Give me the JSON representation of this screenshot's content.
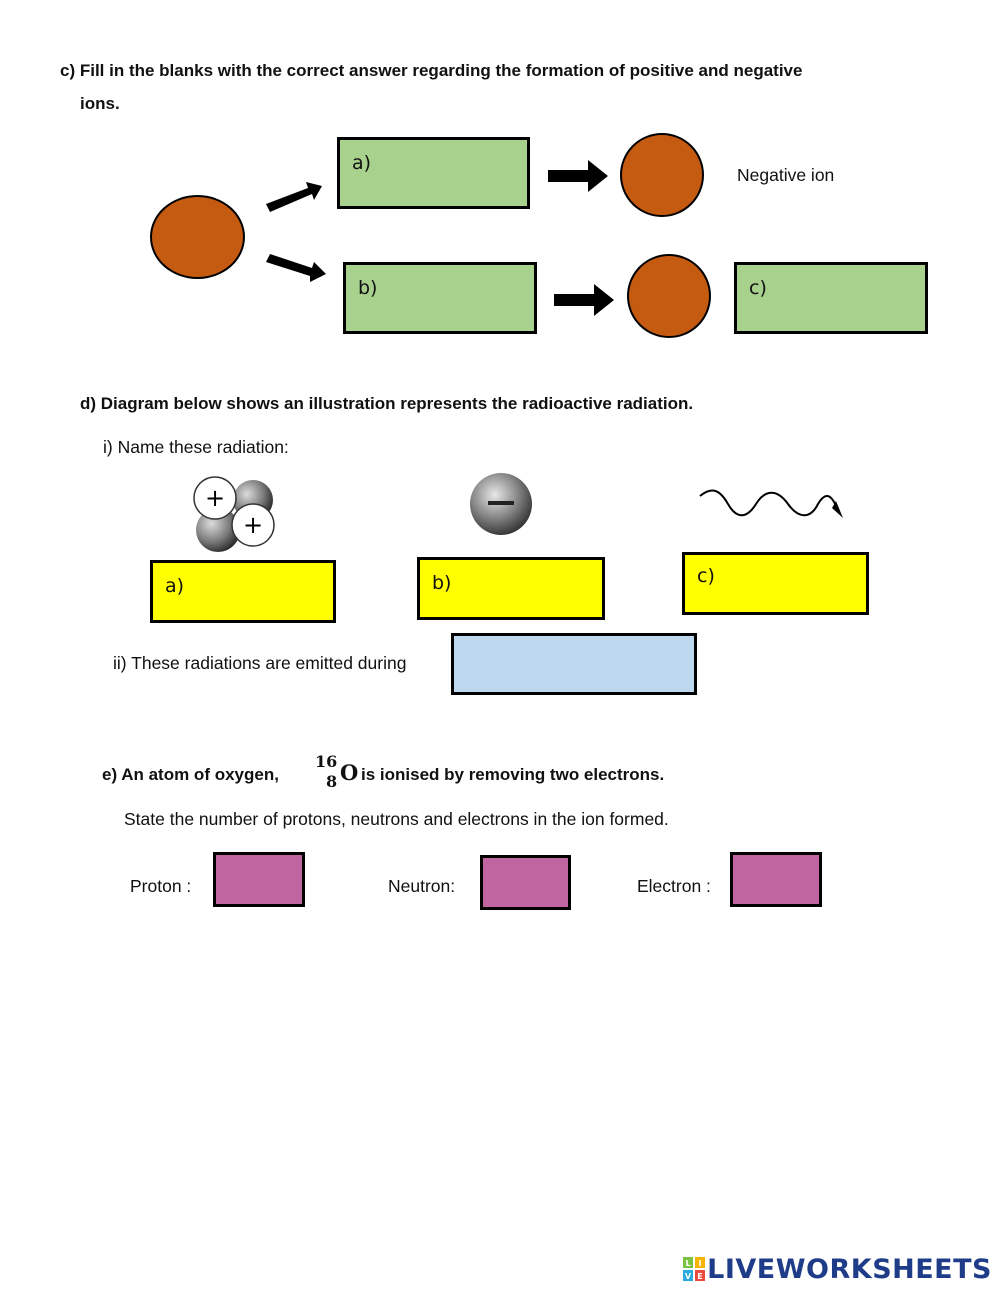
{
  "section_c": {
    "question_line1": "c) Fill in the blanks with the correct answer regarding the formation of positive and negative",
    "question_line2": "ions.",
    "box_a": "a)",
    "box_b": "b)",
    "box_c": "c)",
    "negative_ion_label": "Negative ion",
    "colors": {
      "box": "#a9d18e",
      "ion": "#c55a11"
    }
  },
  "section_d": {
    "question": "d) Diagram below shows an illustration represents the radioactive radiation.",
    "part_i": "i) Name these radiation:",
    "alpha_plus_1": "+",
    "alpha_plus_2": "+",
    "box_a": "a)",
    "box_b": "b)",
    "box_c": "c)",
    "part_ii": "ii) These radiations are emitted during",
    "colors": {
      "box": "#ffff00",
      "answer": "#bdd7ee"
    }
  },
  "section_e": {
    "question_prefix": "e) An atom of oxygen,",
    "mass_number": "16",
    "atomic_number": "8",
    "element_symbol": "O",
    "question_suffix": "is ionised by removing two electrons.",
    "instruction": "State the number of protons, neutrons and electrons in the ion formed.",
    "proton_label": "Proton :",
    "neutron_label": "Neutron:",
    "electron_label": "Electron :",
    "colors": {
      "box": "#c0659f"
    }
  },
  "footer": {
    "brand": "LIVEWORKSHEETS",
    "logo_letters": [
      "L",
      "I",
      "V",
      "E"
    ]
  }
}
